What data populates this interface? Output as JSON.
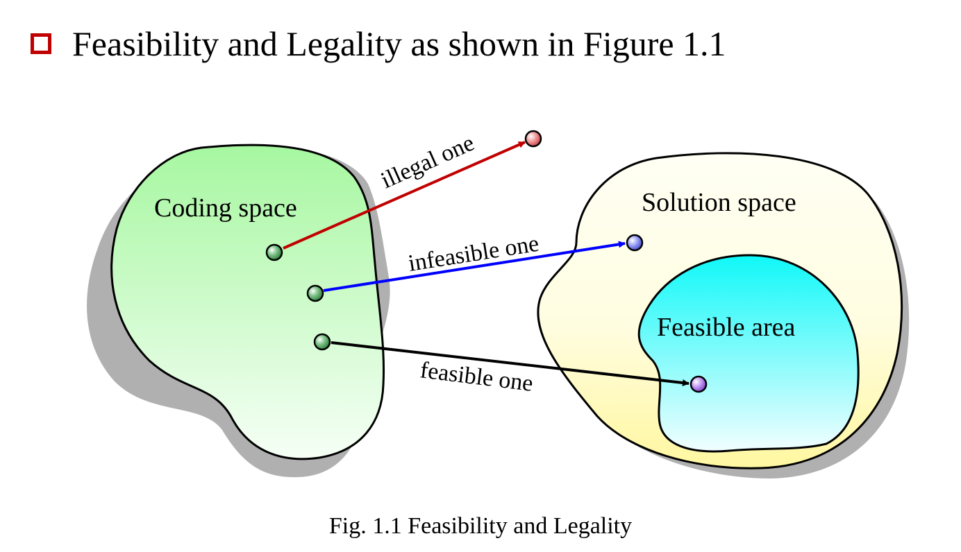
{
  "heading": {
    "bullet_icon": "square-bullet-icon",
    "text": "Feasibility and Legality as shown in Figure 1.1"
  },
  "diagram": {
    "regions": {
      "coding_space": "Coding space",
      "solution_space": "Solution space",
      "feasible_area": "Feasible area"
    },
    "mappings": {
      "illegal": "illegal one",
      "infeasible": "infeasible one",
      "feasible": "feasible one"
    },
    "colors": {
      "bullet": "#c00000",
      "illegal_arrow": "#c00000",
      "infeasible_arrow": "#0000ff",
      "feasible_arrow": "#000000",
      "coding_space_fill_top": "#a6f7a0",
      "coding_space_fill_bottom": "#f6fff6",
      "solution_space_fill_top": "#fffff4",
      "solution_space_fill_bottom": "#fff7a0",
      "feasible_area_fill_top": "#10f8f8",
      "feasible_area_fill_bottom": "#f2feff",
      "shadow": "#b0b0b0"
    }
  },
  "caption": "Fig. 1.1 Feasibility and Legality"
}
